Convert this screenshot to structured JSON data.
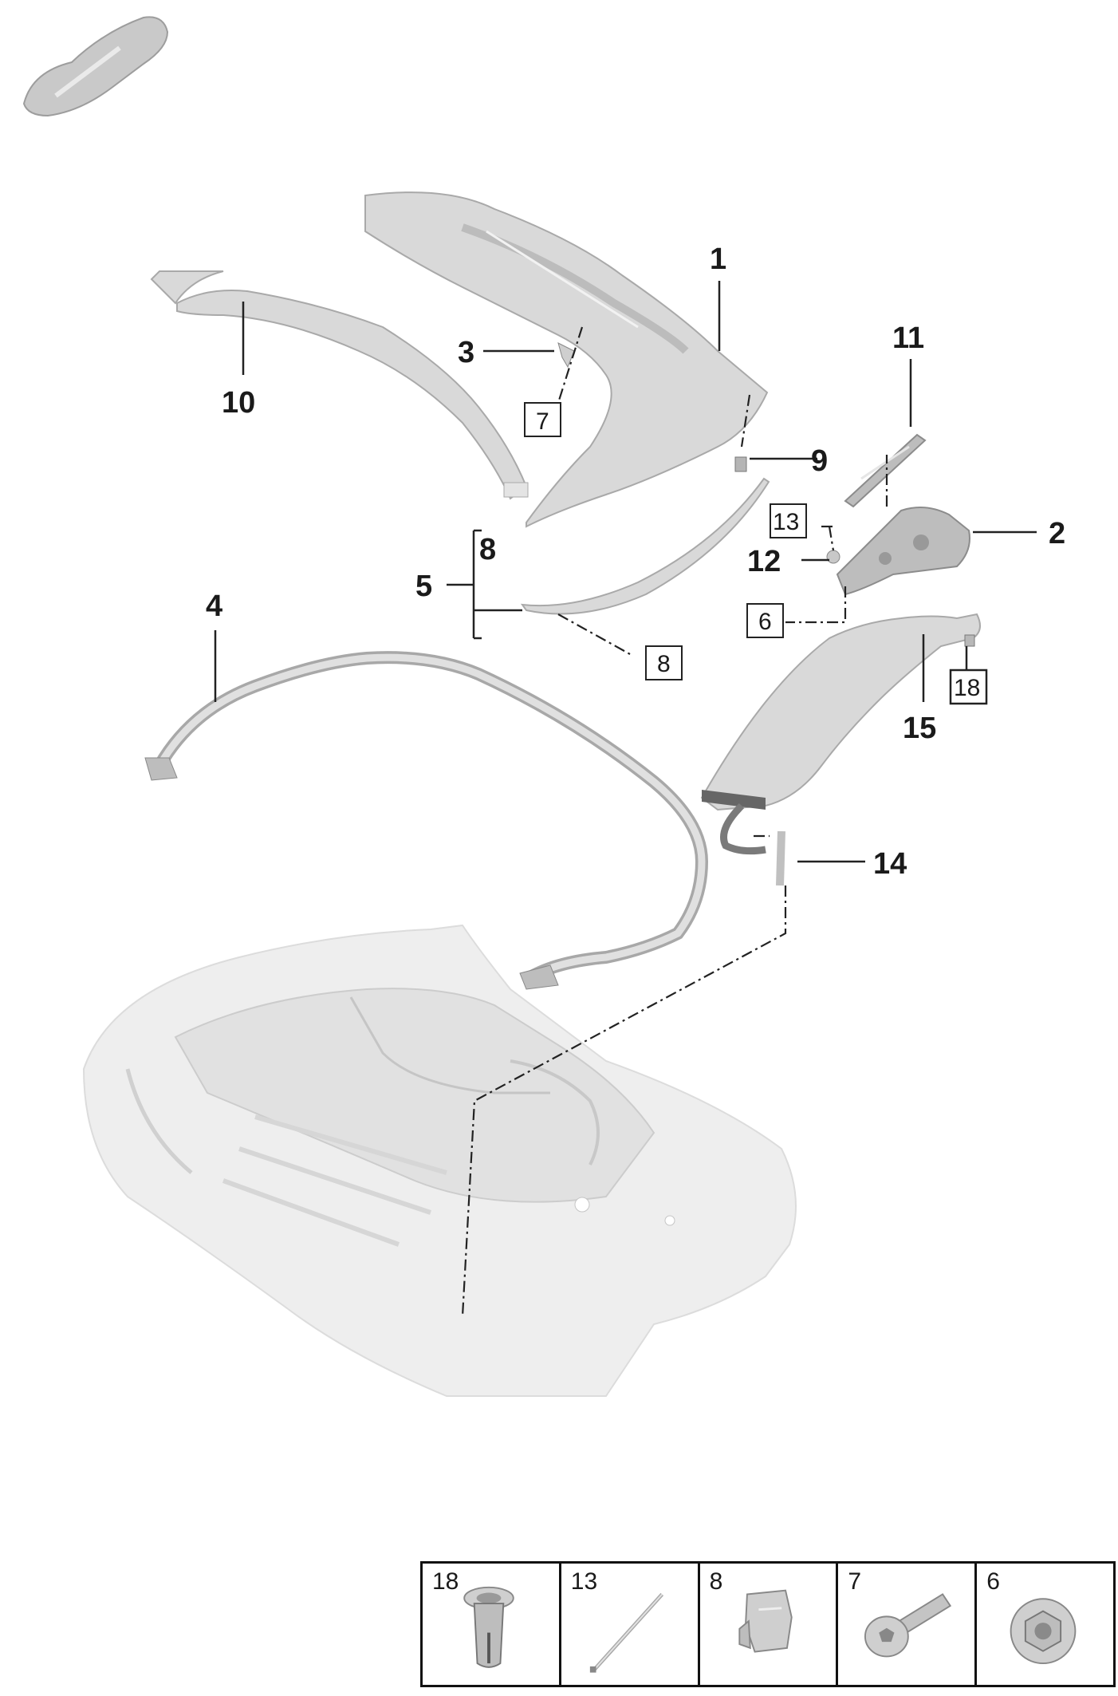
{
  "diagram": {
    "labels": [
      "1",
      "2",
      "3",
      "4",
      "5",
      "8",
      "9",
      "10",
      "11",
      "12",
      "14",
      "15"
    ],
    "boxed_labels": [
      "7",
      "13",
      "6",
      "8",
      "18"
    ]
  },
  "hardware_table": [
    {
      "number": "18",
      "icon": "plastic-rivet-icon"
    },
    {
      "number": "13",
      "icon": "cable-tie-icon"
    },
    {
      "number": "8",
      "icon": "push-clip-icon"
    },
    {
      "number": "7",
      "icon": "torx-bolt-icon"
    },
    {
      "number": "6",
      "icon": "hex-nut-icon"
    }
  ]
}
